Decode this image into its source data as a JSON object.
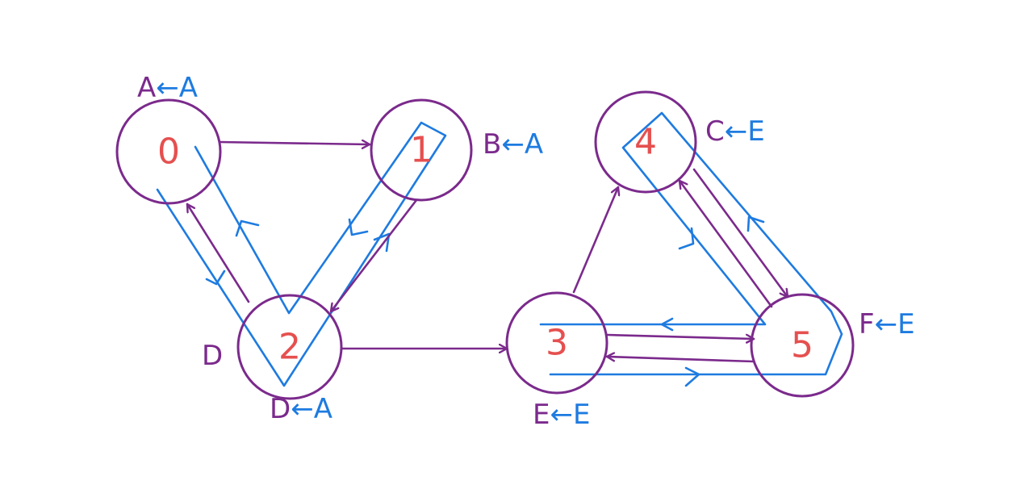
{
  "colors": {
    "node_stroke": "#7B2A8C",
    "node_label": "#E5504F",
    "edge": "#7B2A8C",
    "trace": "#1E7BE0",
    "annotation_var": "#7B2A8C",
    "annotation_arrow": "#1E7BE0",
    "annotation_value": "#1E7BE0"
  },
  "nodes": [
    {
      "id": "0",
      "label": "0"
    },
    {
      "id": "1",
      "label": "1"
    },
    {
      "id": "2",
      "label": "2"
    },
    {
      "id": "3",
      "label": "3"
    },
    {
      "id": "4",
      "label": "4"
    },
    {
      "id": "5",
      "label": "5"
    }
  ],
  "edges": [
    {
      "from": "0",
      "to": "1"
    },
    {
      "from": "1",
      "to": "2"
    },
    {
      "from": "2",
      "to": "0"
    },
    {
      "from": "2",
      "to": "3"
    },
    {
      "from": "3",
      "to": "4"
    },
    {
      "from": "3",
      "to": "5"
    },
    {
      "from": "5",
      "to": "3"
    },
    {
      "from": "4",
      "to": "5"
    },
    {
      "from": "5",
      "to": "4"
    }
  ],
  "annotations": [
    {
      "node": "0",
      "var": "A",
      "arrow": "←",
      "value": "A"
    },
    {
      "node": "1",
      "var": "B",
      "arrow": "←",
      "value": "A"
    },
    {
      "node": "2",
      "var": "D",
      "arrow": "←",
      "value": "A"
    },
    {
      "node": "3",
      "var": "E",
      "arrow": "←",
      "value": "E"
    },
    {
      "node": "4",
      "var": "C",
      "arrow": "←",
      "value": "E"
    },
    {
      "node": "5",
      "var": "F",
      "arrow": "←",
      "value": "E"
    }
  ],
  "extra_labels": [
    {
      "node": "2",
      "text": "D"
    }
  ]
}
